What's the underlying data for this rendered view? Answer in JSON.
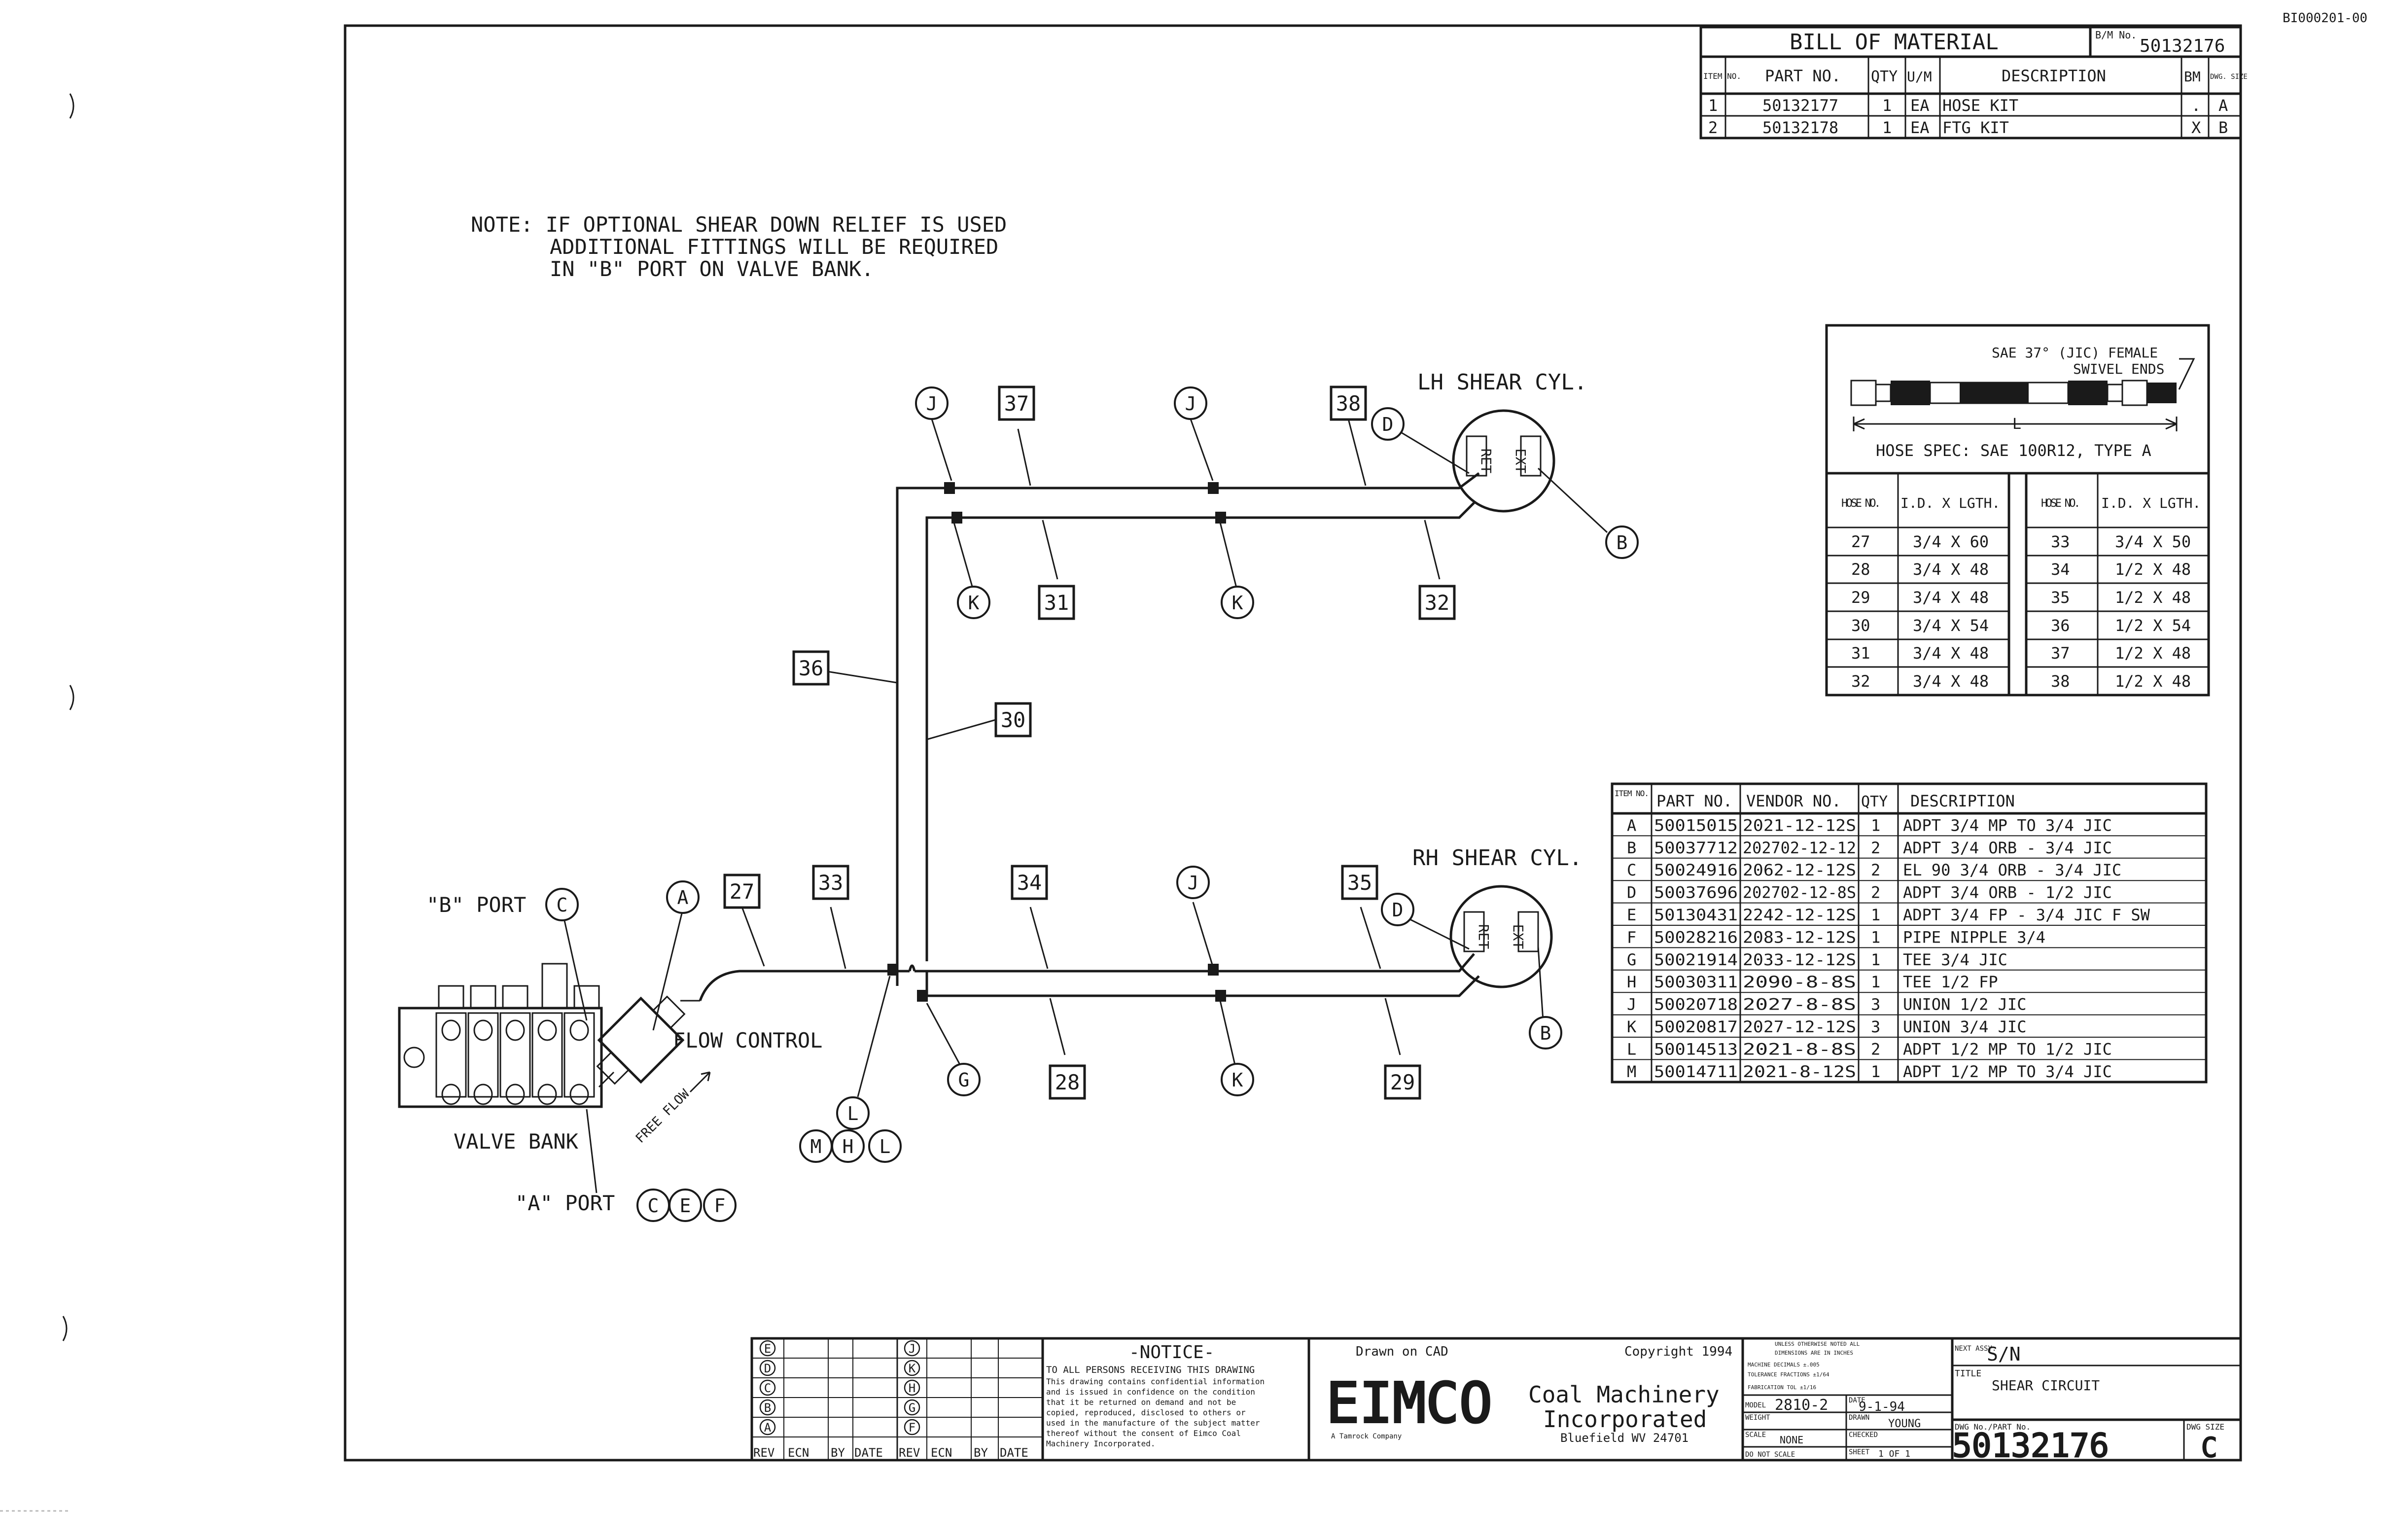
{
  "corner_code": "BI000201-00",
  "note": {
    "line1": "NOTE: IF OPTIONAL SHEAR DOWN RELIEF IS USED",
    "line2": "ADDITIONAL FITTINGS WILL BE REQUIRED",
    "line3": "IN \"B\" PORT ON VALVE BANK."
  },
  "bom": {
    "title": "BILL OF MATERIAL",
    "bm_label": "B/M No.",
    "bm_number": "50132176",
    "headers": [
      "ITEM NO.",
      "PART NO.",
      "QTY",
      "U/M",
      "DESCRIPTION",
      "BM",
      "DWG. SIZE"
    ],
    "rows": [
      [
        "1",
        "50132177",
        "1",
        "EA",
        "HOSE KIT",
        ".",
        "A"
      ],
      [
        "2",
        "50132178",
        "1",
        "EA",
        "FTG KIT",
        "X",
        "B"
      ]
    ]
  },
  "hose_spec": {
    "swivel_label1": "SAE 37° (JIC) FEMALE",
    "swivel_label2": "SWIVEL ENDS",
    "length_label": "L",
    "spec_text": "HOSE SPEC: SAE 100R12, TYPE A",
    "headers": [
      "HOSE NO.",
      "I.D. X LGTH.",
      "HOSE NO.",
      "I.D. X LGTH."
    ],
    "rows": [
      [
        "27",
        "3/4 X 60",
        "33",
        "3/4 X 50"
      ],
      [
        "28",
        "3/4 X 48",
        "34",
        "1/2 X 48"
      ],
      [
        "29",
        "3/4 X 48",
        "35",
        "1/2 X 48"
      ],
      [
        "30",
        "3/4 X 54",
        "36",
        "1/2 X 54"
      ],
      [
        "31",
        "3/4 X 48",
        "37",
        "1/2 X 48"
      ],
      [
        "32",
        "3/4 X 48",
        "38",
        "1/2 X 48"
      ]
    ]
  },
  "fittings": {
    "headers": [
      "ITEM NO.",
      "PART NO.",
      "VENDOR NO.",
      "QTY",
      "DESCRIPTION"
    ],
    "rows": [
      [
        "A",
        "50015015",
        "2021-12-12S",
        "1",
        "ADPT 3/4 MP TO 3/4 JIC"
      ],
      [
        "B",
        "50037712",
        "202702-12-12",
        "2",
        "ADPT 3/4 ORB - 3/4 JIC"
      ],
      [
        "C",
        "50024916",
        "2062-12-12S",
        "2",
        "EL 90 3/4 ORB - 3/4 JIC"
      ],
      [
        "D",
        "50037696",
        "202702-12-8S",
        "2",
        "ADPT 3/4 ORB - 1/2 JIC"
      ],
      [
        "E",
        "50130431",
        "2242-12-12S",
        "1",
        "ADPT 3/4 FP - 3/4 JIC F SW"
      ],
      [
        "F",
        "50028216",
        "2083-12-12S",
        "1",
        "PIPE NIPPLE 3/4"
      ],
      [
        "G",
        "50021914",
        "2033-12-12S",
        "1",
        "TEE 3/4 JIC"
      ],
      [
        "H",
        "50030311",
        "2090-8-8S",
        "1",
        "TEE 1/2 FP"
      ],
      [
        "J",
        "50020718",
        "2027-8-8S",
        "3",
        "UNION 1/2 JIC"
      ],
      [
        "K",
        "50020817",
        "2027-12-12S",
        "3",
        "UNION 3/4 JIC"
      ],
      [
        "L",
        "50014513",
        "2021-8-8S",
        "2",
        "ADPT 1/2 MP TO 1/2 JIC"
      ],
      [
        "M",
        "50014711",
        "2021-8-12S",
        "1",
        "ADPT 1/2 MP TO 3/4 JIC"
      ]
    ]
  },
  "diagram": {
    "lh_cyl": "LH SHEAR CYL.",
    "rh_cyl": "RH SHEAR CYL.",
    "cyl_ret": "RET",
    "cyl_ext": "EXT",
    "flow_control": "FLOW CONTROL",
    "free_flow": "FREE FLOW",
    "valve_bank": "VALVE BANK",
    "b_port": "\"B\" PORT",
    "a_port": "\"A\" PORT",
    "hose_tags": [
      "37",
      "38",
      "31",
      "32",
      "36",
      "30",
      "27",
      "33",
      "34",
      "35",
      "28",
      "29"
    ],
    "fitting_tags": [
      "J",
      "J",
      "D",
      "B",
      "K",
      "K",
      "C",
      "A",
      "J",
      "D",
      "B",
      "G",
      "K",
      "L",
      "M",
      "H",
      "L",
      "C",
      "E",
      "F"
    ]
  },
  "title_block": {
    "rev_letters": [
      "E",
      "D",
      "C",
      "B",
      "A",
      "J",
      "K",
      "H",
      "G",
      "F"
    ],
    "rev_headers": [
      "REV",
      "ECN",
      "BY",
      "DATE",
      "REV",
      "ECN",
      "BY",
      "DATE"
    ],
    "notice_title": "-NOTICE-",
    "notice_line1": "TO ALL PERSONS RECEIVING THIS DRAWING",
    "notice_line2": "This drawing contains confidential information",
    "notice_line3": "and is issued in confidence on the condition",
    "notice_line4": "that it be returned on demand and not be",
    "notice_line5": "copied, reproduced, disclosed to others or",
    "notice_line6": "used in the manufacture of the subject matter",
    "notice_line7": "thereof without the consent of Eimco Coal",
    "notice_line8": "Machinery Incorporated.",
    "drawn_on": "Drawn on CAD",
    "copyright": "Copyright 1994",
    "logo": "EIMCO",
    "company1": "Coal Machinery",
    "company2": "Incorporated",
    "company_sub": "A Tamrock Company",
    "city": "Bluefield WV 24701",
    "tolerance1": "UNLESS OTHERWISE NOTED ALL",
    "tolerance2": "DIMENSIONS ARE IN INCHES",
    "tolerance3": "MACHINE DECIMALS ±.005",
    "tolerance4": "TOLERANCE FRACTIONS ±1/64",
    "tolerance5": "FABRICATION TOL ±1/16",
    "model_label": "MODEL",
    "model": "2810-2",
    "date_label": "DATE",
    "date": "9-1-94",
    "weight_label": "WEIGHT",
    "drawn_label": "DRAWN",
    "drawn_by": "YOUNG",
    "scale_label": "SCALE",
    "scale": "NONE",
    "checked_label": "CHECKED",
    "do_not_scale": "DO NOT SCALE",
    "sheet_label": "SHEET",
    "sheet": "1 OF 1",
    "next_assy_label": "NEXT ASSY.",
    "next_assy": "S/N",
    "title_label": "TITLE",
    "title": "SHEAR CIRCUIT",
    "dwg_no_label": "DWG No./PART No.",
    "dwg_no": "50132176",
    "size_label": "DWG SIZE",
    "size": "C"
  }
}
